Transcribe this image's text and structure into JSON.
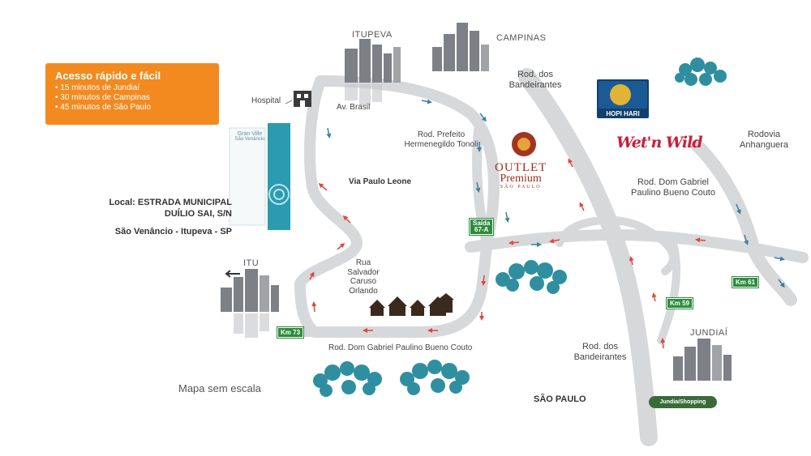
{
  "promo": {
    "title": "Acesso rápido e fácil",
    "lines": [
      "• 15 minutos de Jundiaí",
      "• 30 minutos de Campinas",
      "• 45 minutos de São Paulo"
    ],
    "color": "#f28a1f"
  },
  "project": {
    "logo_text": "Gran Ville",
    "logo_sub": "São Venâncio",
    "address_line1": "Local: ESTRADA MUNICIPAL",
    "address_line2": "DUÍLIO SAI, S/N",
    "address_line3": "São Venâncio - Itupeva - SP"
  },
  "cities": {
    "itupeva": "ITUPEVA",
    "campinas": "CAMPINAS",
    "itu": "ITU",
    "jundiai": "JUNDIAÍ",
    "sao_paulo": "SÃO PAULO"
  },
  "places": {
    "hospital": "Hospital",
    "av_brasil": "Av. Brasil",
    "via_paulo_leone": "Via Paulo Leone",
    "rod_prefeito": "Rod. Prefeito\nHermenegildo Tonoli",
    "rod_bandeirantes_top": "Rod. dos\nBandeirantes",
    "rod_bandeirantes_bottom": "Rod. dos\nBandeirantes",
    "rodovia_anhanguera": "Rodovia\nAnhanguera",
    "rod_dom_gabriel_right": "Rod. Dom Gabriel\nPaulino Bueno Couto",
    "rua_salvador": "Rua Salvador\nCaruso Orlando",
    "rod_dom_gabriel_bottom": "Rod. Dom Gabriel Paulino Bueno Couto",
    "map_scale": "Mapa sem escala"
  },
  "brands": {
    "hopi_hari": "HOPI HARI",
    "wet_n_wild": "Wet'n Wild",
    "outlet_line1": "OUTLET",
    "outlet_line2": "Premium",
    "outlet_line3": "SÃO PAULO",
    "jundiai_shopping": "JundiaíShopping"
  },
  "signs": {
    "saida": "Saída\n67-A",
    "km73": "Km 73",
    "km59": "Km 59",
    "km61": "Km 61"
  },
  "colors": {
    "road": "#d6d8da",
    "arrow_red": "#e0463a",
    "arrow_blue": "#3a7fa6",
    "tree": "#2f8fa0",
    "sign_green": "#2e8b3e"
  }
}
